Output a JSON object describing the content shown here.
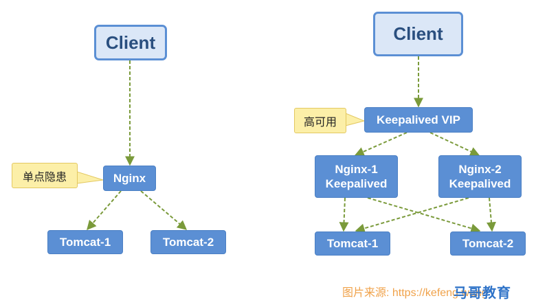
{
  "left": {
    "client": "Client",
    "nginx": "Nginx",
    "callout": "单点隐患",
    "tomcat1": "Tomcat-1",
    "tomcat2": "Tomcat-2"
  },
  "right": {
    "client": "Client",
    "vip": "Keepalived VIP",
    "callout": "高可用",
    "nginx1": "Nginx-1\nKeepalived",
    "nginx2": "Nginx-2\nKeepalived",
    "tomcat1": "Tomcat-1",
    "tomcat2": "Tomcat-2"
  },
  "watermark": "图片来源: https://kefeng.wang",
  "logo": "马哥教育",
  "colors": {
    "node": "#5b8fd4",
    "client_fill": "#dbe7f7",
    "callout_fill": "#fcefa8",
    "arrow": "#7a9a3a"
  }
}
